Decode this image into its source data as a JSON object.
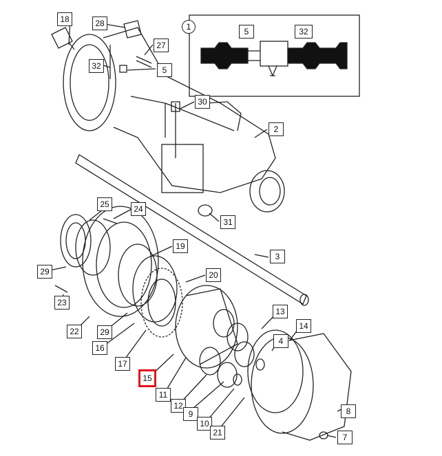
{
  "inset": {
    "marker": "1",
    "labels": [
      "5",
      "32"
    ]
  },
  "callouts": [
    {
      "id": "18",
      "text": "18"
    },
    {
      "id": "28",
      "text": "28"
    },
    {
      "id": "27",
      "text": "27"
    },
    {
      "id": "32",
      "text": "32"
    },
    {
      "id": "5",
      "text": "5"
    },
    {
      "id": "30",
      "text": "30"
    },
    {
      "id": "2",
      "text": "2"
    },
    {
      "id": "25",
      "text": "25"
    },
    {
      "id": "24",
      "text": "24"
    },
    {
      "id": "31",
      "text": "31"
    },
    {
      "id": "19",
      "text": "19"
    },
    {
      "id": "3",
      "text": "3"
    },
    {
      "id": "29a",
      "text": "29"
    },
    {
      "id": "20",
      "text": "20"
    },
    {
      "id": "23",
      "text": "23"
    },
    {
      "id": "13",
      "text": "13"
    },
    {
      "id": "22",
      "text": "22"
    },
    {
      "id": "29b",
      "text": "29"
    },
    {
      "id": "14",
      "text": "14"
    },
    {
      "id": "4",
      "text": "4"
    },
    {
      "id": "16",
      "text": "16"
    },
    {
      "id": "17",
      "text": "17"
    },
    {
      "id": "15",
      "text": "15"
    },
    {
      "id": "11",
      "text": "11"
    },
    {
      "id": "12",
      "text": "12"
    },
    {
      "id": "9",
      "text": "9"
    },
    {
      "id": "10",
      "text": "10"
    },
    {
      "id": "8",
      "text": "8"
    },
    {
      "id": "21",
      "text": "21"
    },
    {
      "id": "7",
      "text": "7"
    }
  ],
  "highlighted_callout": "15"
}
